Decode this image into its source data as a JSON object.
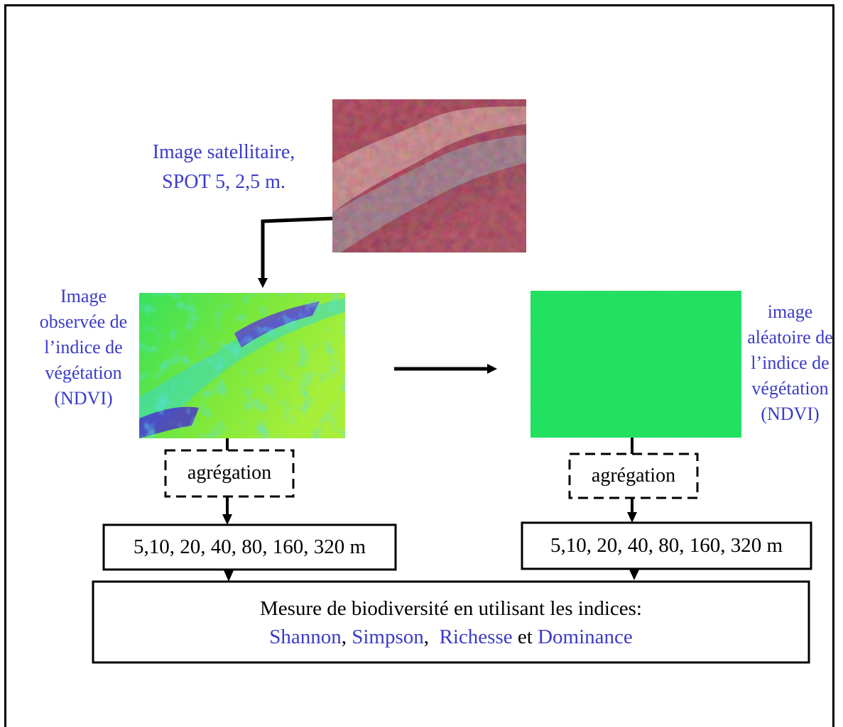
{
  "satellite_label": {
    "line1": "Image satellitaire,",
    "line2": "SPOT 5, 2,5 m."
  },
  "observed_label": {
    "line1": "Image",
    "line2": "observée de",
    "line3": "l’indice de",
    "line4": "végétation",
    "line5": "(NDVI)"
  },
  "random_label": {
    "line1": "image",
    "line2": "aléatoire de",
    "line3": "l’indice de",
    "line4": "végétation",
    "line5": "(NDVI)"
  },
  "aggregation_left": "agrégation",
  "aggregation_right": "agrégation",
  "resolutions_left": "5,10, 20, 40, 80, 160, 320 m",
  "resolutions_right": "5,10, 20, 40, 80, 160, 320 m",
  "biodiversity": {
    "line1": "Mesure de biodiversité en utilisant les indices:",
    "shannon": "Shannon",
    "comma1": ",",
    "simpson": "Simpson",
    "comma2": ",",
    "richesse": "Richesse",
    "et": "et",
    "dominance": "Dominance"
  },
  "colors": {
    "label_blue": "#3b3bc8",
    "ndvi_green": "#22e060",
    "satellite_red": "#8a1f2e"
  }
}
